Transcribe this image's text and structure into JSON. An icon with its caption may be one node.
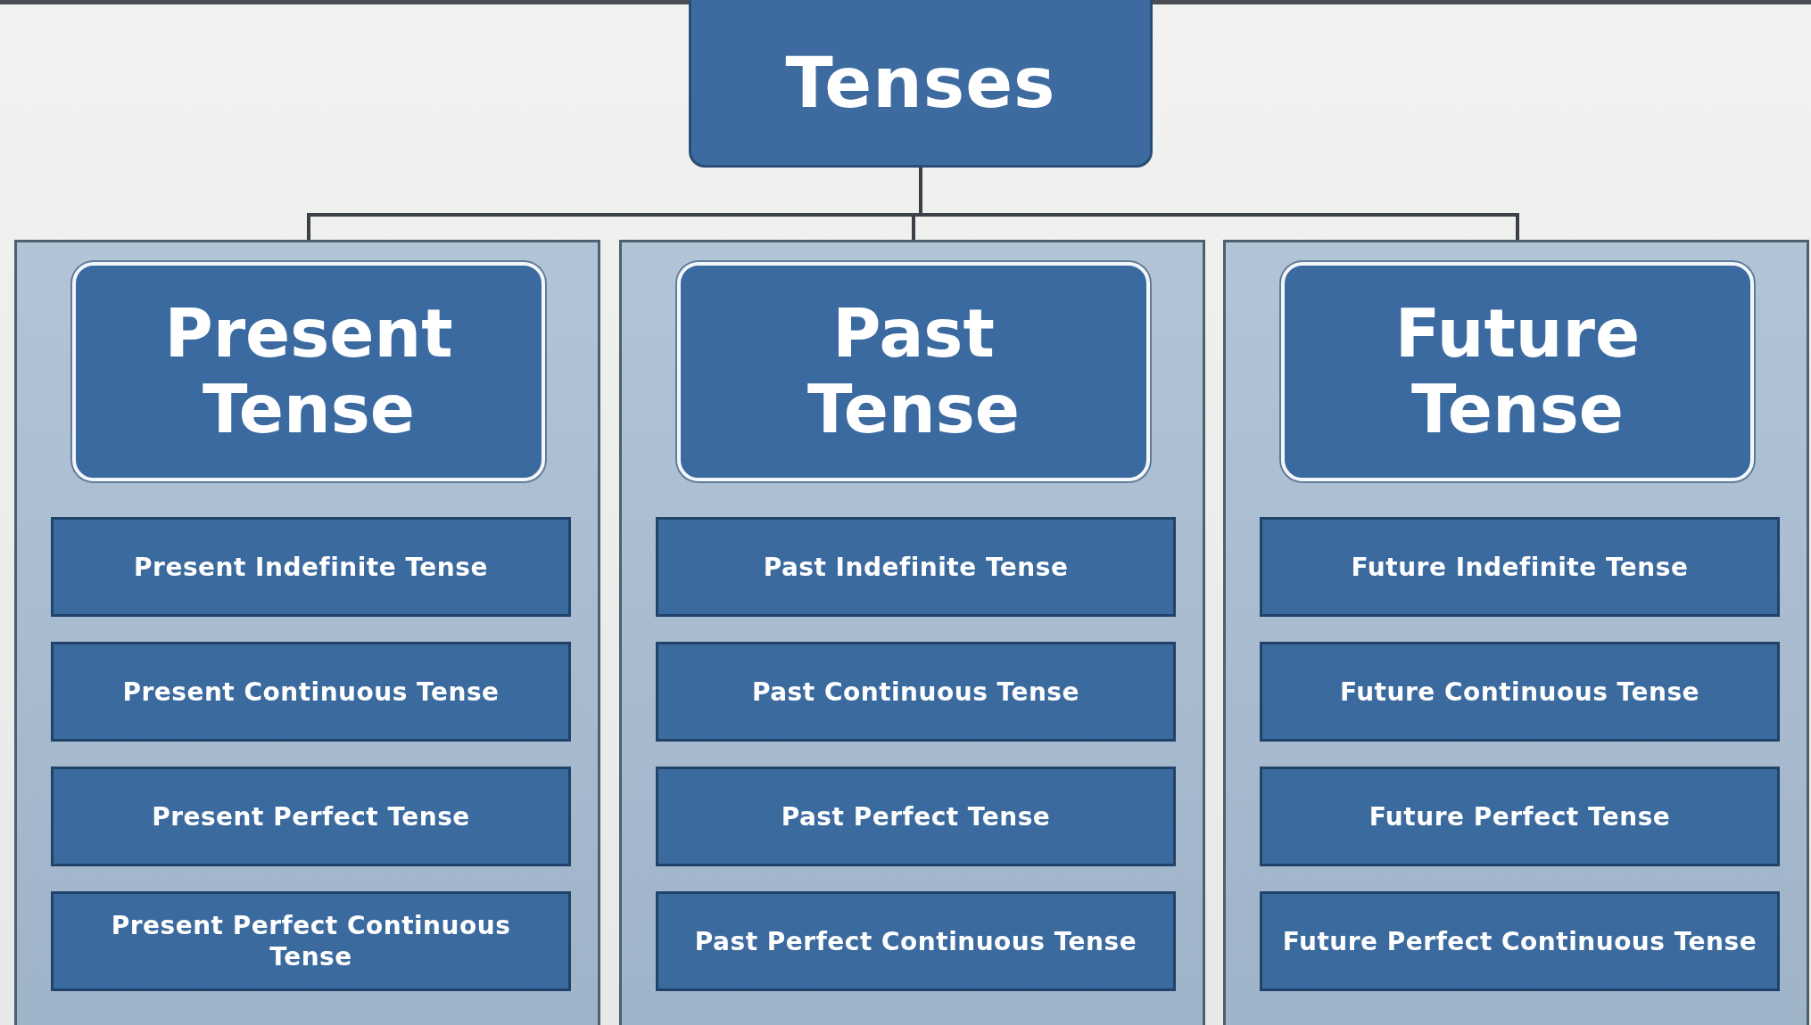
{
  "diagram": {
    "nodes": [
      {
        "text": [
          "Tenses"
        ]
      },
      {
        "text": [],
        "shape": "box"
      },
      {
        "text": [
          "Present Tense"
        ],
        "in": 1
      },
      {
        "text": [
          "Present Indefinite Tense"
        ],
        "in": 1
      },
      {
        "text": [
          "Present Continuous Tense"
        ],
        "in": 1
      },
      {
        "text": [
          "Present Perfect Tense"
        ],
        "in": 1
      },
      {
        "text": [
          "Present Perfect Continuous Tense"
        ],
        "in": 1
      },
      {
        "text": [],
        "shape": "box"
      },
      {
        "text": [
          "Past Tense"
        ],
        "in": 7
      },
      {
        "text": [
          "Past Indefinite Tense"
        ],
        "in": 7
      },
      {
        "text": [
          "Past Continuous Tense"
        ],
        "in": 7
      },
      {
        "text": [
          "Past Perfect Tense"
        ],
        "in": 7
      },
      {
        "text": [
          "Past Perfect Continuous Tense"
        ],
        "in": 7
      },
      {
        "text": [],
        "shape": "box"
      },
      {
        "text": [
          "Future Tense"
        ],
        "in": 13
      },
      {
        "text": [
          "Future Indefinite Tense"
        ],
        "in": 13
      },
      {
        "text": [
          "Future Continuous Tense"
        ],
        "in": 13
      },
      {
        "text": [
          "Future Perfect Tense"
        ],
        "in": 13
      },
      {
        "text": [
          "Future Perfect Continuous Tense"
        ],
        "in": 13
      }
    ],
    "edges": [
      {
        "from": 0,
        "to": 2,
        "arrow": "none"
      },
      {
        "from": 0,
        "to": 8,
        "arrow": "none"
      },
      {
        "from": 0,
        "to": 14,
        "arrow": "none"
      }
    ]
  }
}
